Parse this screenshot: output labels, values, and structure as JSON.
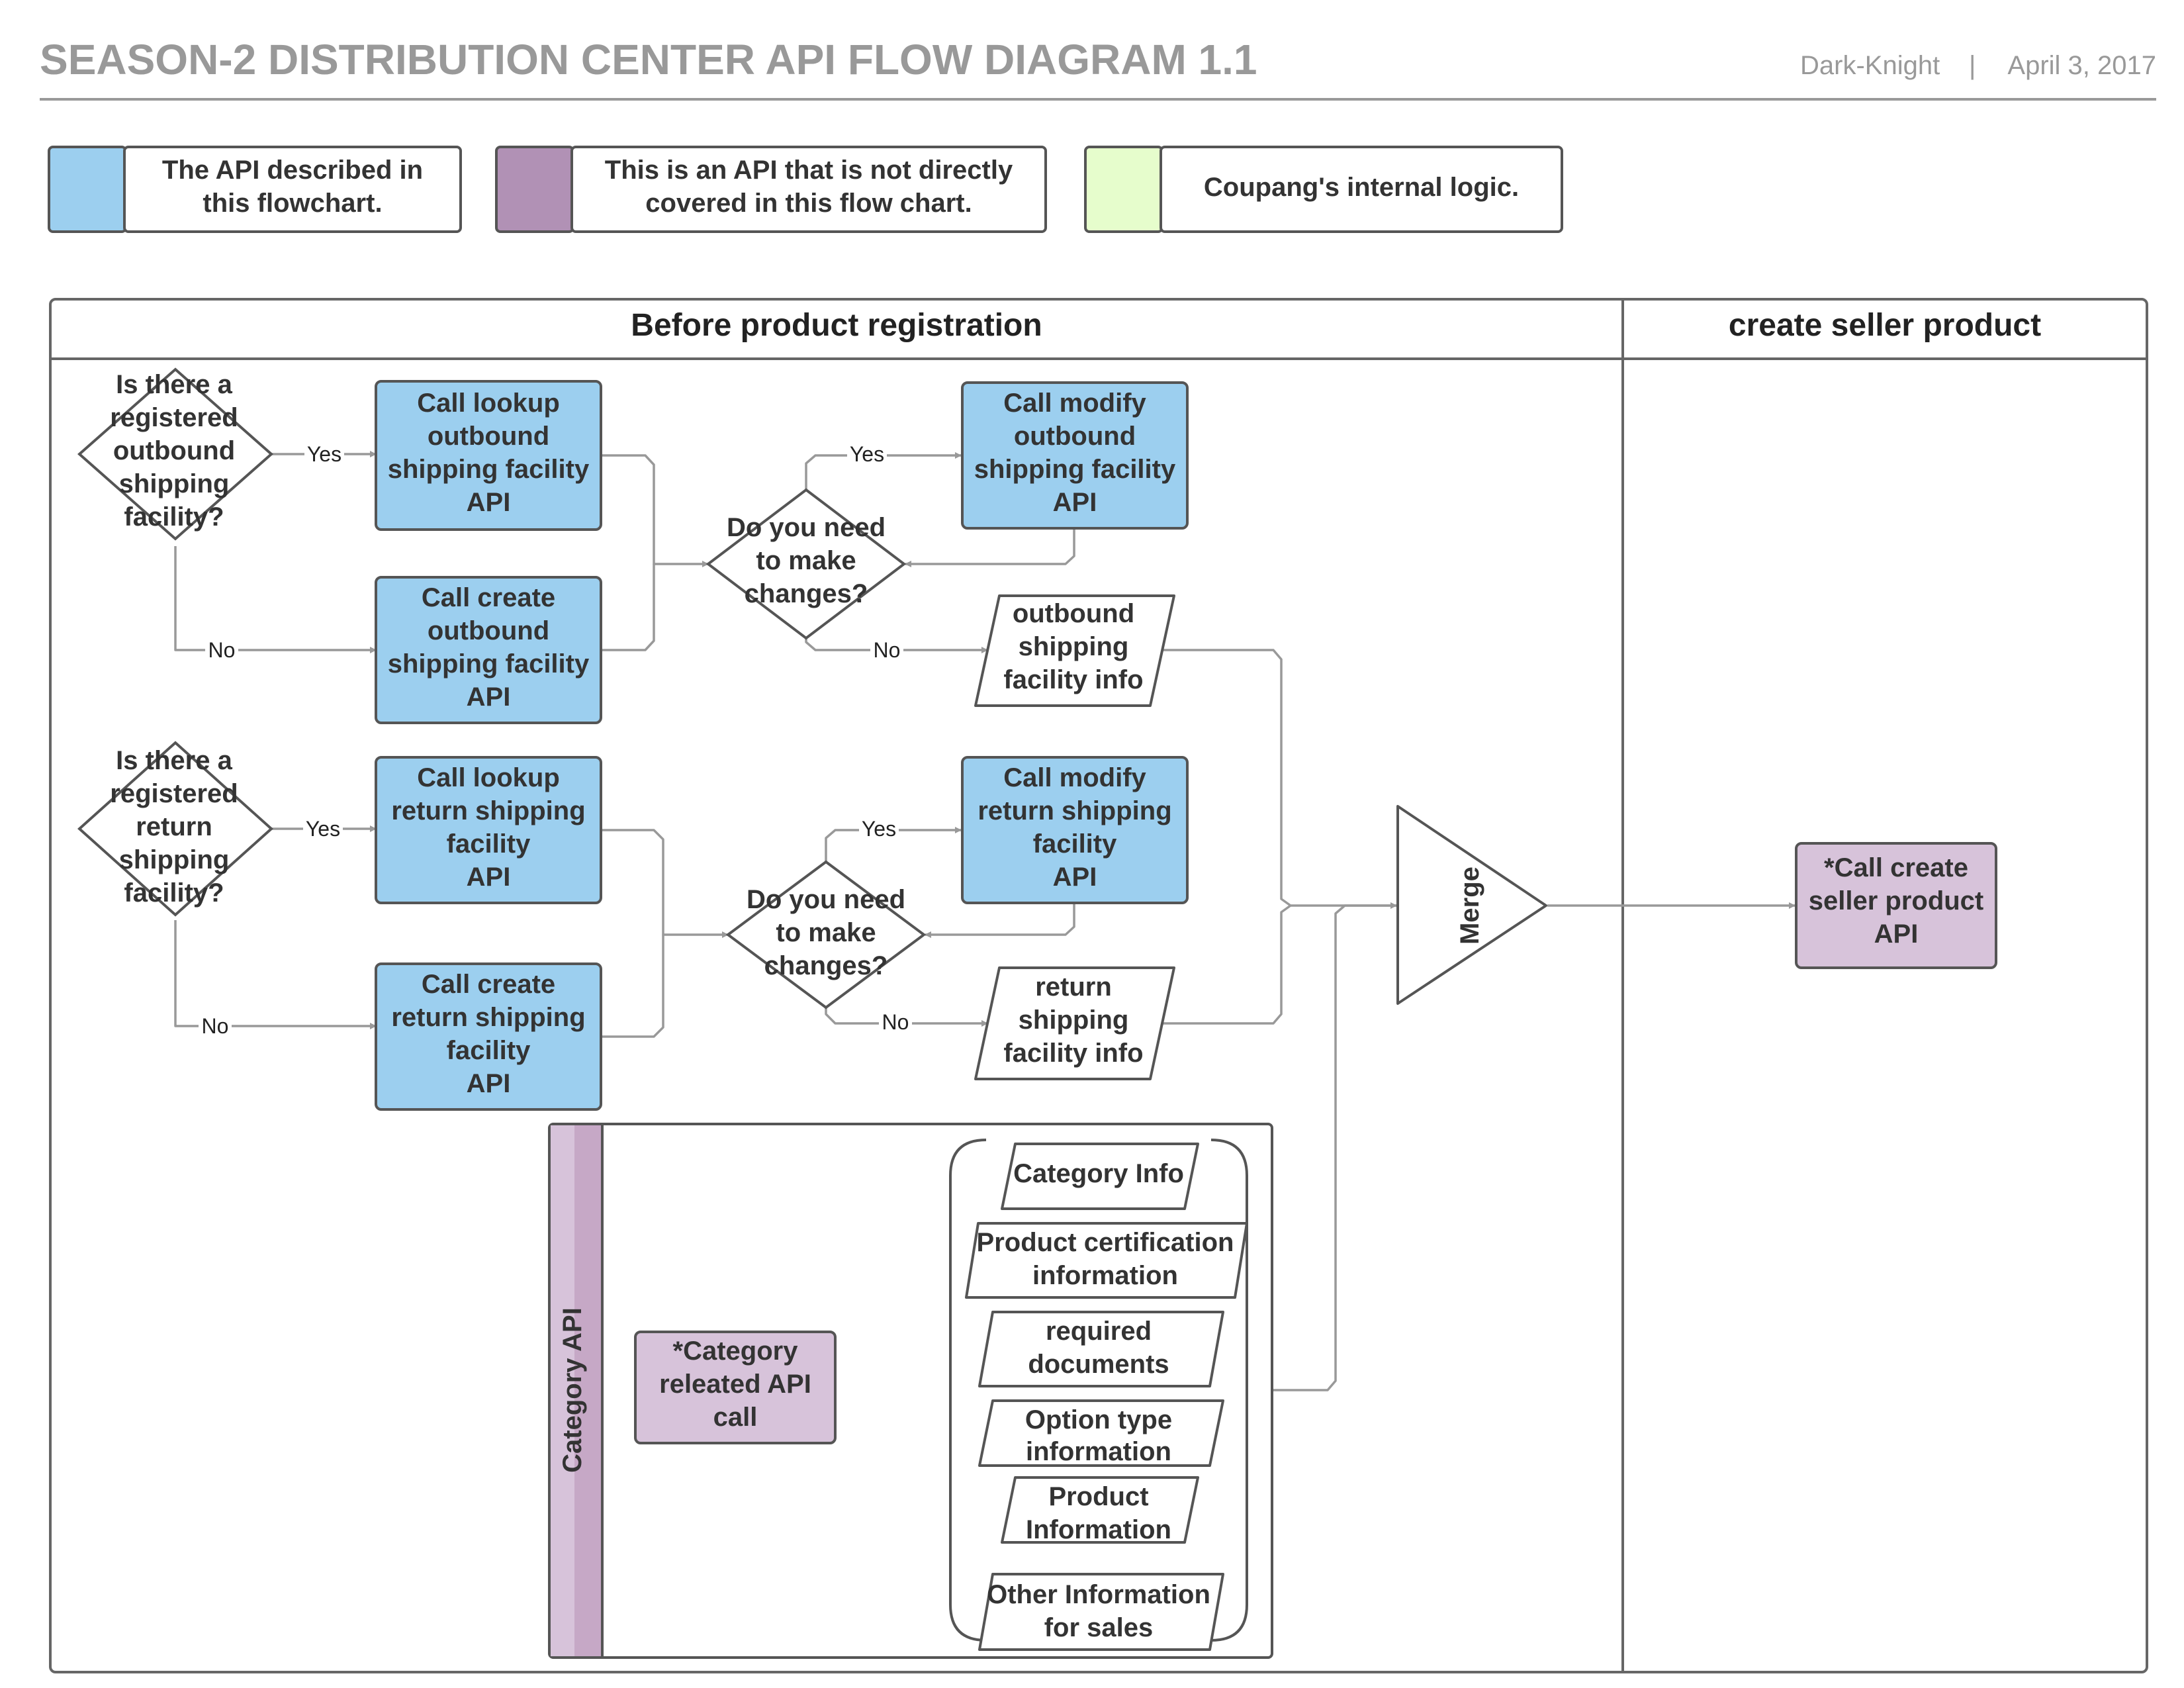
{
  "header": {
    "title": "SEASON-2 DISTRIBUTION CENTER API FLOW DIAGRAM 1.1",
    "author": "Dark-Knight",
    "separator": "|",
    "date": "April 3, 2017"
  },
  "legend": [
    {
      "color": "#9ccfef",
      "line1": "The API described in",
      "line2": "this flowchart."
    },
    {
      "color": "#b191b5",
      "line1": "This is an API that is not directly",
      "line2": "covered in this flow chart."
    },
    {
      "color": "#e6fdcc",
      "line1": "Coupang's internal logic.",
      "line2": ""
    }
  ],
  "colors": {
    "api": "#9ccfef",
    "external": "#d7c3da",
    "internal": "#e6fdcc",
    "category_bar": "#c6a8c6"
  },
  "lanes": {
    "left": "Before product registration",
    "right": "create seller product"
  },
  "nodes": {
    "q_outbound": [
      "Is there a",
      "registered",
      "outbound",
      "shipping",
      "facility?"
    ],
    "lookup_outbound": [
      "Call lookup",
      "outbound",
      "shipping facility",
      "API"
    ],
    "create_outbound": [
      "Call create",
      "outbound",
      "shipping facility",
      "API"
    ],
    "changes_outbound": [
      "Do you need",
      "to make",
      "changes?"
    ],
    "modify_outbound": [
      "Call modify",
      "outbound",
      "shipping facility",
      "API"
    ],
    "outbound_info": [
      "outbound",
      "shipping",
      "facility info"
    ],
    "q_return": [
      "Is there a",
      "registered",
      "return",
      "shipping",
      "facility?"
    ],
    "lookup_return": [
      "Call lookup",
      "return shipping",
      "facility",
      "API"
    ],
    "create_return": [
      "Call create",
      "return shipping",
      "facility",
      "API"
    ],
    "changes_return": [
      "Do you need",
      "to make",
      "changes?"
    ],
    "modify_return": [
      "Call modify",
      "return shipping",
      "facility",
      "API"
    ],
    "return_info": [
      "return",
      "shipping",
      "facility info"
    ],
    "merge": "Merge",
    "create_seller": [
      "*Call create",
      "seller product",
      "API"
    ],
    "category_lane": "Category API",
    "category_call": [
      "*Category",
      "releated API",
      "call"
    ],
    "cat_info": [
      "Category Info"
    ],
    "cert_info": [
      "Product certification",
      "information"
    ],
    "req_docs": [
      "required",
      "documents"
    ],
    "option_info": [
      "Option type",
      "information"
    ],
    "product_info": [
      "Product",
      "Information"
    ],
    "other_info": [
      "Other Information",
      "for sales"
    ]
  },
  "edges": {
    "yes": "Yes",
    "no": "No"
  }
}
